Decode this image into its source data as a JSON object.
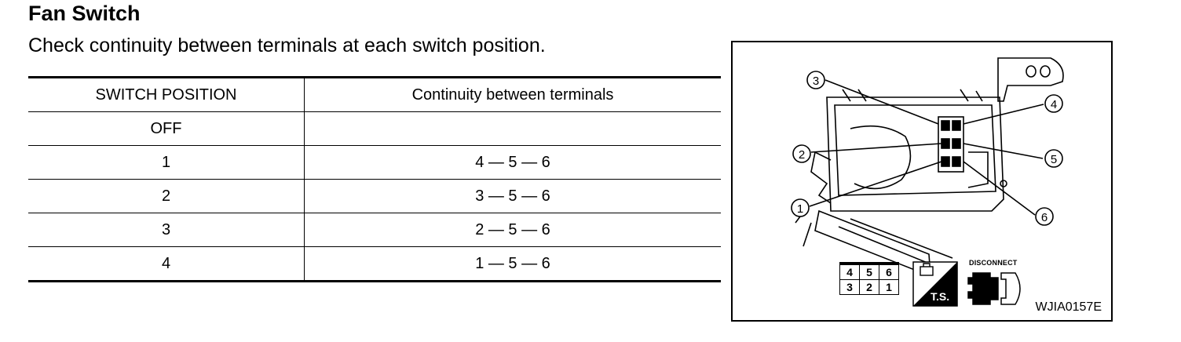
{
  "title": "Fan Switch",
  "subtitle": "Check continuity between terminals at each switch position.",
  "table": {
    "headers": [
      "SWITCH POSITION",
      "Continuity between terminals"
    ],
    "rows": [
      [
        "OFF",
        ""
      ],
      [
        "1",
        "4 — 5 — 6"
      ],
      [
        "2",
        "3 — 5 — 6"
      ],
      [
        "3",
        "2 — 5 — 6"
      ],
      [
        "4",
        "1 — 5 — 6"
      ]
    ]
  },
  "figure": {
    "callouts": [
      "1",
      "2",
      "3",
      "4",
      "5",
      "6"
    ],
    "terminal_grid": [
      [
        "4",
        "5",
        "6"
      ],
      [
        "3",
        "2",
        "1"
      ]
    ],
    "ts_label": "T.S.",
    "disconnect_label": "DISCONNECT",
    "figure_code": "WJIA0157E"
  }
}
